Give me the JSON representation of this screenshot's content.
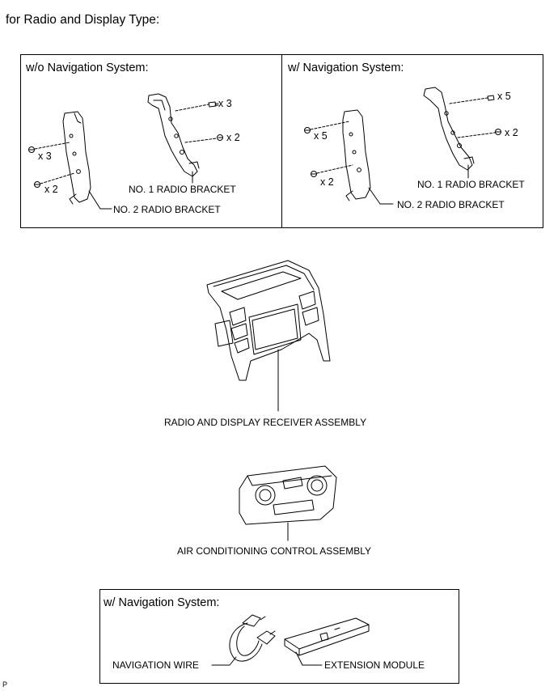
{
  "header": {
    "title": "for Radio and Display Type:"
  },
  "panels": {
    "without_nav": {
      "title": "w/o Navigation System:",
      "no1_bracket_label": "NO. 1 RADIO BRACKET",
      "no2_bracket_label": "NO. 2 RADIO BRACKET",
      "no1_screws_a": "x 3",
      "no1_screws_b": "x 2",
      "no2_screws_a": "x 3",
      "no2_screws_b": "x 2"
    },
    "with_nav": {
      "title": "w/ Navigation System:",
      "no1_bracket_label": "NO. 1 RADIO BRACKET",
      "no2_bracket_label": "NO. 2 RADIO BRACKET",
      "no1_screws_a": "x 5",
      "no1_screws_b": "x 2",
      "no2_screws_a": "x 5",
      "no2_screws_b": "x 2"
    },
    "nav_parts": {
      "title": "w/ Navigation System:",
      "wire_label": "NAVIGATION WIRE",
      "module_label": "EXTENSION MODULE"
    }
  },
  "components": {
    "radio_label": "RADIO AND DISPLAY RECEIVER ASSEMBLY",
    "ac_label": "AIR CONDITIONING CONTROL ASSEMBLY"
  },
  "footer": {
    "code": "P"
  }
}
